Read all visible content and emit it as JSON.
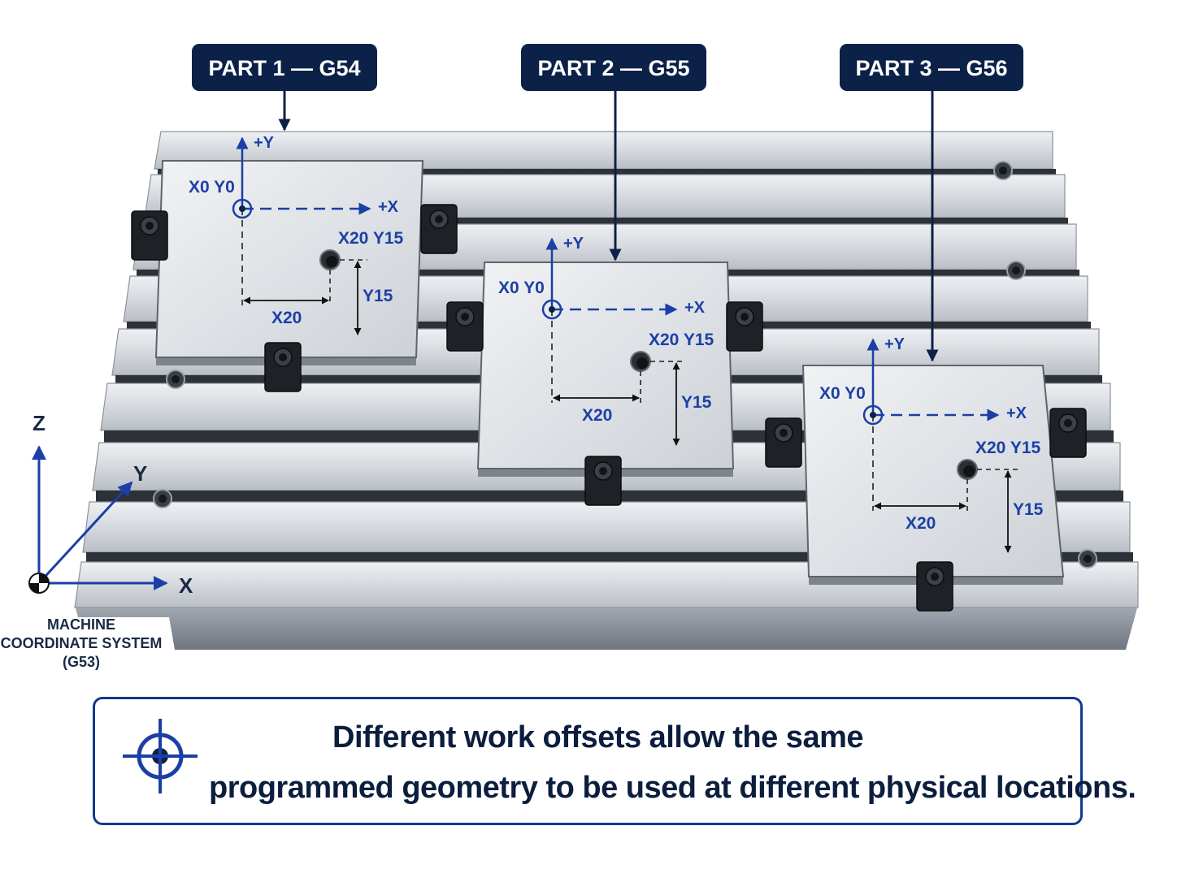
{
  "parts": [
    {
      "title": "PART 1 — G54",
      "origin_label": "X0 Y0",
      "hole_label": "X20 Y15",
      "x_dim": "X20",
      "y_dim": "Y15",
      "plus_x": "+X",
      "plus_y": "+Y"
    },
    {
      "title": "PART 2 — G55",
      "origin_label": "X0 Y0",
      "hole_label": "X20 Y15",
      "x_dim": "X20",
      "y_dim": "Y15",
      "plus_x": "+X",
      "plus_y": "+Y"
    },
    {
      "title": "PART 3 — G56",
      "origin_label": "X0 Y0",
      "hole_label": "X20 Y15",
      "x_dim": "X20",
      "y_dim": "Y15",
      "plus_x": "+X",
      "plus_y": "+Y"
    }
  ],
  "machine_axes": {
    "z": "Z",
    "y": "Y",
    "x": "X"
  },
  "machine_label": {
    "line1": "MACHINE",
    "line2": "COORDINATE SYSTEM",
    "line3": "(G53)"
  },
  "caption": {
    "line1": "Different work offsets allow the same",
    "line2": "programmed geometry to be used at different physical locations."
  },
  "colors": {
    "navy": "#0c2148",
    "blue": "#1b3fa6",
    "steel": "#c9cdd3"
  },
  "icons": {
    "caption": "crosshair-icon",
    "origin": "crosshair-icon"
  }
}
